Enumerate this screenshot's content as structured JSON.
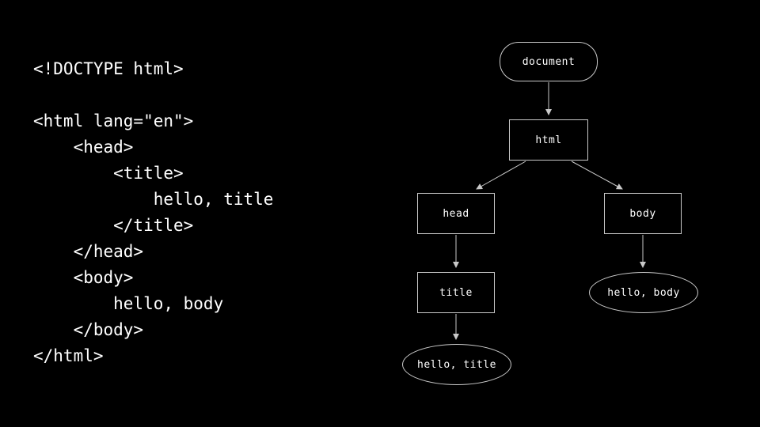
{
  "colors": {
    "background": "#000000",
    "text": "#ffffff",
    "stroke": "#c9c9c9"
  },
  "code": {
    "lines": [
      "<!DOCTYPE html>",
      "",
      "<html lang=\"en\">",
      "    <head>",
      "        <title>",
      "            hello, title",
      "        </title>",
      "    </head>",
      "    <body>",
      "        hello, body",
      "    </body>",
      "</html>"
    ]
  },
  "diagram": {
    "nodes": {
      "document": {
        "label": "document",
        "shape": "rounded-rect"
      },
      "html": {
        "label": "html",
        "shape": "rect"
      },
      "head": {
        "label": "head",
        "shape": "rect"
      },
      "body": {
        "label": "body",
        "shape": "rect"
      },
      "title": {
        "label": "title",
        "shape": "rect"
      },
      "hello_body": {
        "label": "hello, body",
        "shape": "ellipse"
      },
      "hello_title": {
        "label": "hello, title",
        "shape": "ellipse"
      }
    },
    "edges": [
      {
        "from": "document",
        "to": "html"
      },
      {
        "from": "html",
        "to": "head"
      },
      {
        "from": "html",
        "to": "body"
      },
      {
        "from": "head",
        "to": "title"
      },
      {
        "from": "body",
        "to": "hello_body"
      },
      {
        "from": "title",
        "to": "hello_title"
      }
    ]
  }
}
